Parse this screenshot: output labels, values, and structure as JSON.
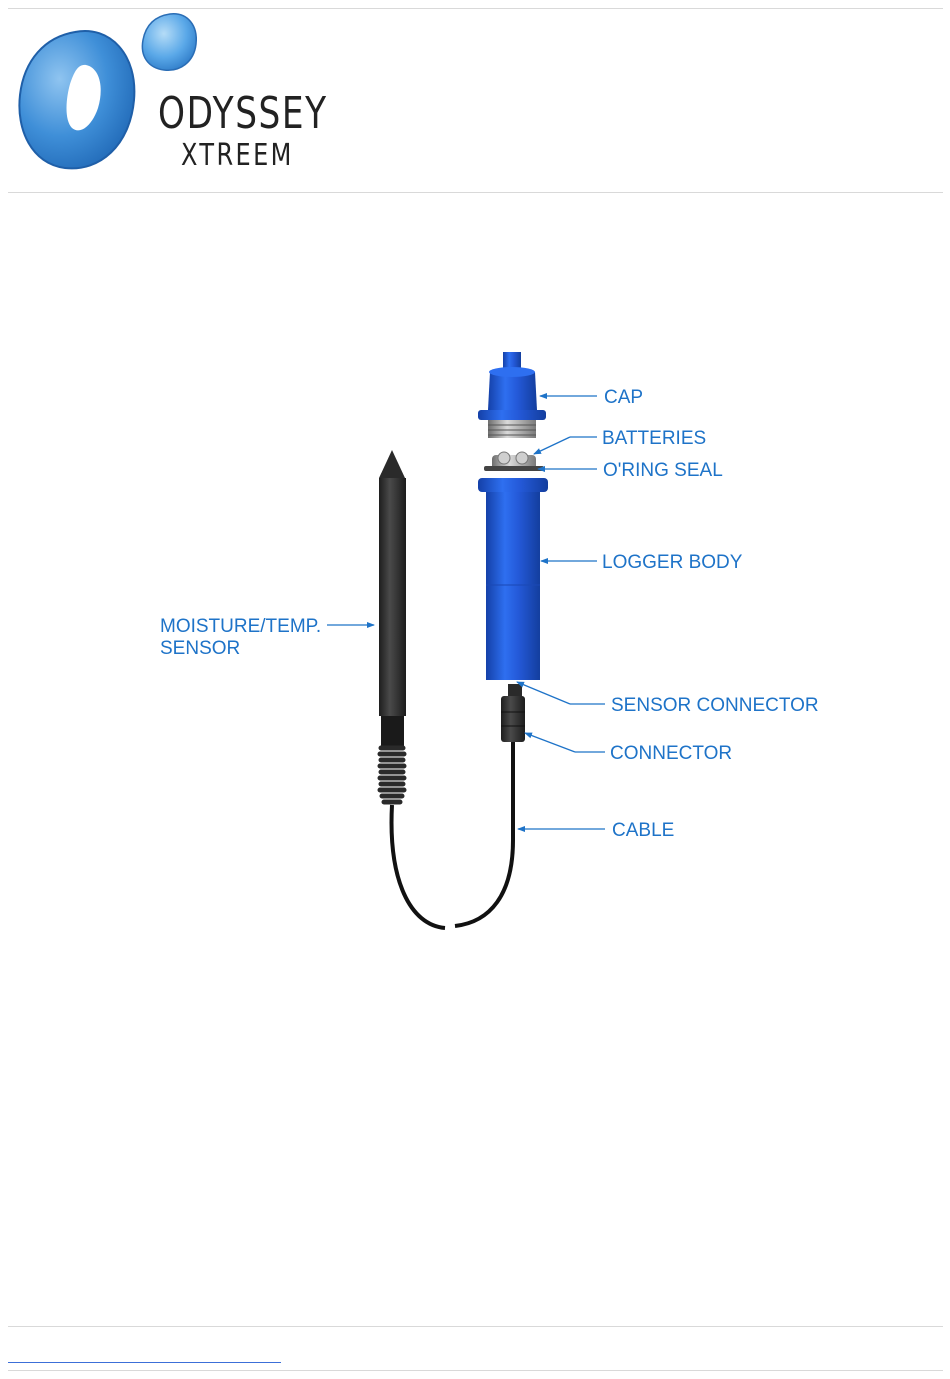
{
  "header": {
    "brand_name": "ODYSSEY",
    "brand_sub": "XTREEM"
  },
  "diagram": {
    "labels": {
      "cap": "CAP",
      "batteries": "BATTERIES",
      "oring_seal": "O'RING SEAL",
      "logger_body": "LOGGER BODY",
      "sensor_line1": "MOISTURE/TEMP.",
      "sensor_line2": "SENSOR",
      "sensor_connector": "SENSOR CONNECTOR",
      "connector": "CONNECTOR",
      "cable": "CABLE"
    },
    "colors": {
      "label": "#1e73c8",
      "logger_blue": "#1f5fe0",
      "sensor_black": "#2f2f2f",
      "logo_blue": "#3f8fd8"
    }
  }
}
